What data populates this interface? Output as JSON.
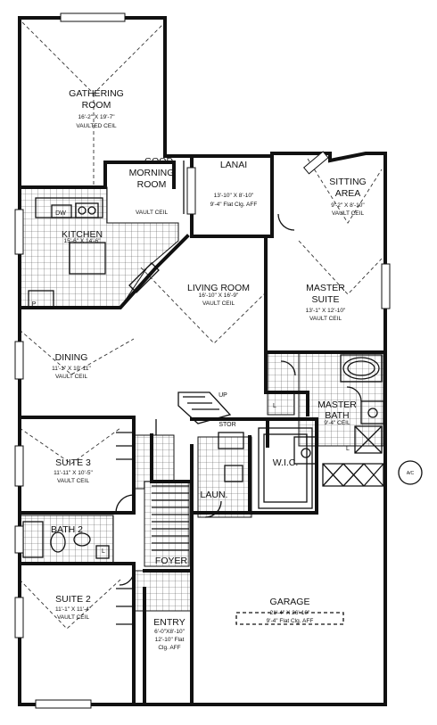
{
  "plan": {
    "rooms": [
      {
        "id": "gathering-room",
        "name": "GATHERING ROOM",
        "dims": "16'-2\" X 19'-7\"",
        "note": "VAULTED CEIL"
      },
      {
        "id": "lanai",
        "name": "LANAI",
        "dims": "13'-10\" X 8'-10\"",
        "note": "9'-4\" Flat Clg. AFF"
      },
      {
        "id": "sitting-area",
        "name": "SITTING AREA",
        "dims": "9'-2\" X 8'-10\"",
        "note": "VAULT CEIL"
      },
      {
        "id": "good-morning-room",
        "name": "GOOD MORNING ROOM",
        "dims": "",
        "note": "VAULT CEIL"
      },
      {
        "id": "kitchen",
        "name": "KITCHEN",
        "dims": "15'-6\" X 14'-6\"",
        "note": ""
      },
      {
        "id": "living-room",
        "name": "LIVING ROOM",
        "dims": "16'-10\" X 16'-9\"",
        "note": "VAULT CEIL"
      },
      {
        "id": "master-suite",
        "name": "MASTER SUITE",
        "dims": "13'-1\" X 12'-10\"",
        "note": "VAULT CEIL"
      },
      {
        "id": "dining",
        "name": "DINING",
        "dims": "11'-1\" X 10'-11\"",
        "note": "VAULT CEIL"
      },
      {
        "id": "master-bath",
        "name": "MASTER BATH",
        "dims": "",
        "note": "9'-4\" CEIL"
      },
      {
        "id": "suite-3",
        "name": "SUITE 3",
        "dims": "11'-11\" X 10'-5\"",
        "note": "VAULT CEIL"
      },
      {
        "id": "wic",
        "name": "W.I.C.",
        "dims": "",
        "note": ""
      },
      {
        "id": "laundry",
        "name": "LAUN.",
        "dims": "",
        "note": ""
      },
      {
        "id": "bath-2",
        "name": "BATH 2",
        "dims": "",
        "note": ""
      },
      {
        "id": "foyer",
        "name": "FOYER",
        "dims": "",
        "note": ""
      },
      {
        "id": "garage",
        "name": "GARAGE",
        "dims": "21'-4\" X 26'-10\"",
        "note": "9'-4\" Flat Clg. AFF"
      },
      {
        "id": "suite-2",
        "name": "SUITE 2",
        "dims": "11'-1\" X 11'-4\"",
        "note": "VAULT CEIL"
      },
      {
        "id": "entry",
        "name": "ENTRY",
        "dims": "6'-0\"X8'-10\"",
        "note": "12'-10\" Flat Clg. AFF"
      }
    ],
    "fixtures": {
      "dw": "DW",
      "up": "UP",
      "stor": "STOR",
      "linen1": "L",
      "linen2": "L",
      "linen3": "L",
      "ac": "A/C",
      "pantry": "P"
    }
  }
}
